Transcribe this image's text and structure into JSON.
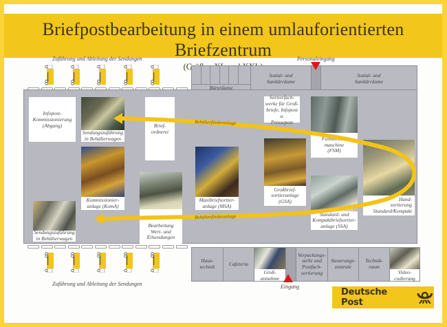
{
  "header": {
    "title": "Briefpostbearbeitung in einem umlauforientierten Briefzentrum",
    "subtitle": "(Größen XL und XXL)"
  },
  "labels": {
    "supply_top": "Zuführung und Ableitung der Sendungen",
    "supply_bottom": "Zuführung und Ableitung der Sendungen",
    "staff_entrance": "Personaleingang",
    "entrance": "Eingang",
    "conveyor_top": "Behälterförderanlage",
    "conveyor_bottom": "Behälterförderanlage"
  },
  "top_rooms": {
    "offices": "Büroräume",
    "social_1": "Sozial- und Sanitärräume",
    "social_2": "Sozial- und Sanitärräume"
  },
  "bottom_rooms": [
    {
      "id": "haustechnik",
      "label": "Haus-\ntechnik"
    },
    {
      "id": "cafeteria",
      "label": "Cafeteria"
    },
    {
      "id": "grossannahme",
      "label": "Groß-\nannahme"
    },
    {
      "id": "verpackung",
      "label": "Verpackungs-\nstelle und\nPostfach-\nsortierung"
    },
    {
      "id": "steuerung",
      "label": "Steuerungs-\nzentrale"
    },
    {
      "id": "technik",
      "label": "Technik-\nraum"
    },
    {
      "id": "video",
      "label": "Video-\ncodierung"
    }
  ],
  "stations": {
    "infopost": "Infopost-\nKommissionierung\n(Abgang)",
    "feed_top": "Sendungszuführung\nin Behälterwagen",
    "briefordnerei": "Brief-\nordnerei",
    "sortierfach": "Sortierfach-\nwerke für Groß-\nbriefe, Infopost u.\nPressepost",
    "fsm": "Feinsortier-\nmaschine\n(FSM)",
    "koma": "Kommissionier-\nanlage (KomA)",
    "wert": "Bearbeitung\nWert- und\nEilsendungen",
    "msa": "Maxibriefsortier-\nanlage (MSA)",
    "gsa": "Großbrief-\nsortieranlage\n(GSA)",
    "ssa": "Standard- und\nKompaktbriefsortier-\nanlage (SSA)",
    "hand": "Hand-\nsortierung\nStandard/Kompakt",
    "feed_bottom": "Sendungszuführung\nin Behälterwagen"
  },
  "brand": {
    "name": "Deutsche Post",
    "logo_icon": "posthorn-icon"
  },
  "colors": {
    "brand_yellow": "#f2c61a",
    "frame_yellow": "#fdd33a",
    "floor_gray": "#b7b8c0",
    "conveyor": "#f3c319",
    "marker_red": "#e0141c"
  }
}
